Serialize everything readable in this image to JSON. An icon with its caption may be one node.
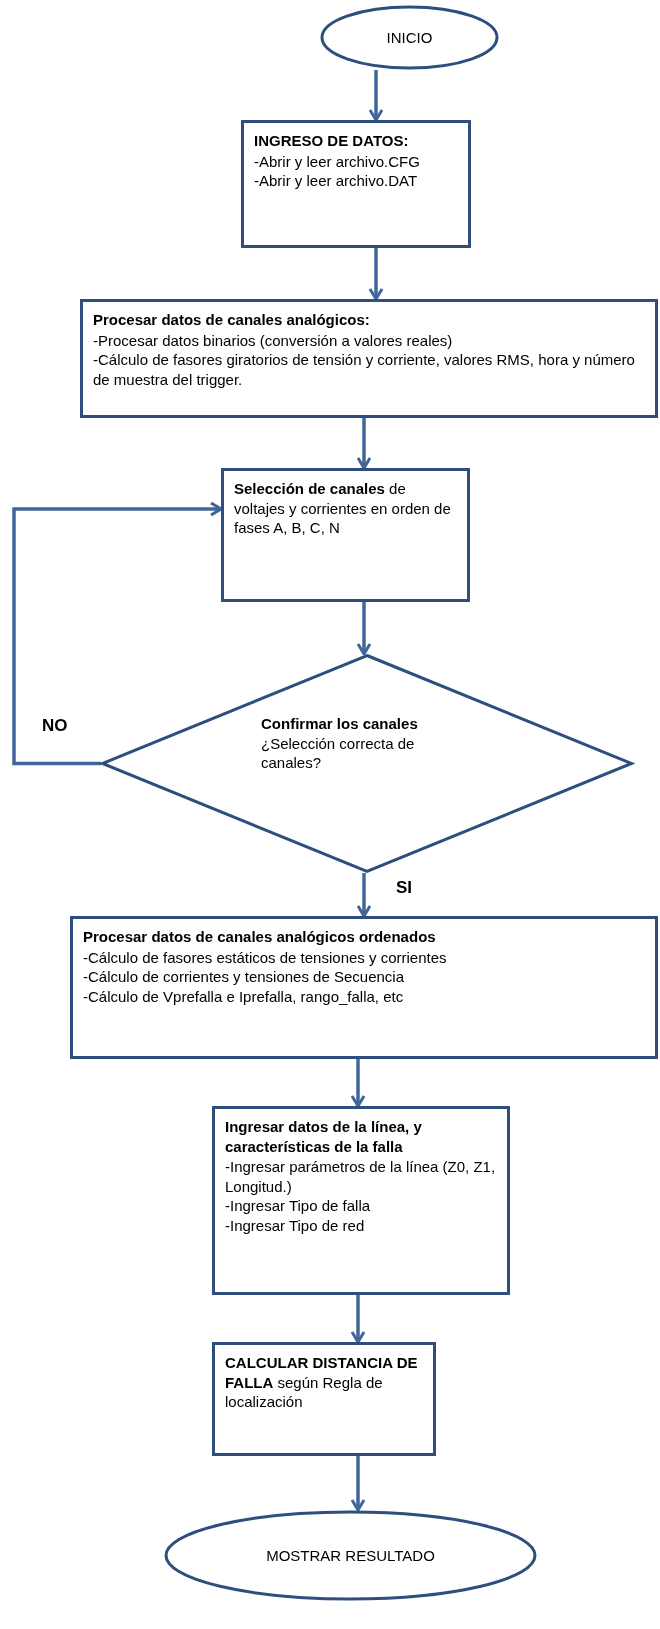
{
  "diagram": {
    "nodes": [
      {
        "text": [
          "INICIO"
        ]
      },
      {
        "text": [
          "INGRESO DE DATOS:",
          "-Abrir y leer archivo.CFG",
          "-Abrir y leer archivo.DAT"
        ]
      },
      {
        "text": [
          "Procesar datos de canales analógicos:",
          "-Procesar datos binarios (conversión a valores reales)",
          "-Cálculo de fasores giratorios de tensión y corriente, valores RMS, hora y número de muestra del trigger."
        ]
      },
      {
        "text": [
          "**Selección de canales** de voltajes y corrientes en orden de fases A, B, C, N"
        ]
      },
      {
        "text": [
          "Confirmar los canales",
          "¿Selección correcta de canales?"
        ]
      },
      {
        "text": [
          "Procesar datos de canales analógicos ordenados",
          "-Cálculo de fasores estáticos de tensiones y corrientes",
          "-Cálculo de corrientes y tensiones de Secuencia",
          "-Cálculo de Vprefalla e Iprefalla, rango_falla, etc"
        ]
      },
      {
        "text": [
          "Ingresar datos de la línea, y características de la falla",
          "-Ingresar parámetros de la línea (Z0, Z1, Longitud.)",
          "-Ingresar Tipo de falla",
          "-Ingresar Tipo de red"
        ]
      },
      {
        "text": [
          "**CALCULAR DISTANCIA DE FALLA** según Regla de localización"
        ]
      },
      {
        "text": [
          "MOSTRAR RESULTADO"
        ]
      }
    ],
    "edges": [
      {
        "from": 0,
        "to": 1,
        "arrow": "to"
      },
      {
        "from": 1,
        "to": 2,
        "arrow": "to"
      },
      {
        "from": 2,
        "to": 3,
        "arrow": "to"
      },
      {
        "from": 3,
        "to": 4,
        "arrow": "to"
      },
      {
        "from": 4,
        "to": 3,
        "arrow": "to",
        "label": "NO"
      },
      {
        "from": 4,
        "to": 5,
        "arrow": "to",
        "label": "SI"
      },
      {
        "from": 5,
        "to": 6,
        "arrow": "to"
      },
      {
        "from": 6,
        "to": 7,
        "arrow": "to"
      },
      {
        "from": 7,
        "to": 8,
        "arrow": "to"
      }
    ]
  }
}
